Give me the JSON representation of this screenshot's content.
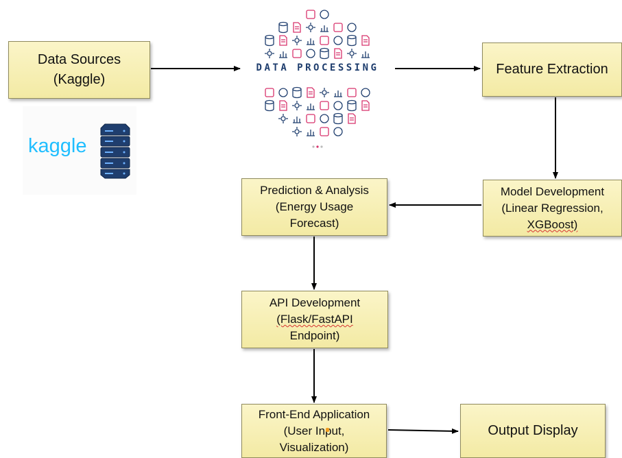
{
  "boxes": {
    "data_sources": [
      "Data Sources",
      "(Kaggle)"
    ],
    "feature_extraction": [
      "Feature Extraction"
    ],
    "model_development": [
      "Model Development",
      "(Linear Regression,",
      "XGBoost)"
    ],
    "prediction_analysis": [
      "Prediction & Analysis",
      "(Energy Usage",
      "Forecast)"
    ],
    "api_development": [
      "API Development",
      "(Flask/FastAPI",
      "Endpoint)"
    ],
    "front_end_application": [
      "Front-End Application",
      "(User Input,",
      "Visualization)"
    ],
    "output_display": [
      "Output Display"
    ]
  },
  "kaggle_logo": {
    "text": "kaggle",
    "color": "#20beff",
    "icon": "database-server-icon"
  },
  "data_processing_graphic": {
    "title": "DATA PROCESSING",
    "icon": "data-processing-illustration"
  },
  "colors": {
    "box_fill": "#f6edb0",
    "box_border": "#8f8a5c",
    "arrow": "#000000",
    "icon_blue": "#1f3e6e",
    "icon_pink": "#d8336c"
  }
}
